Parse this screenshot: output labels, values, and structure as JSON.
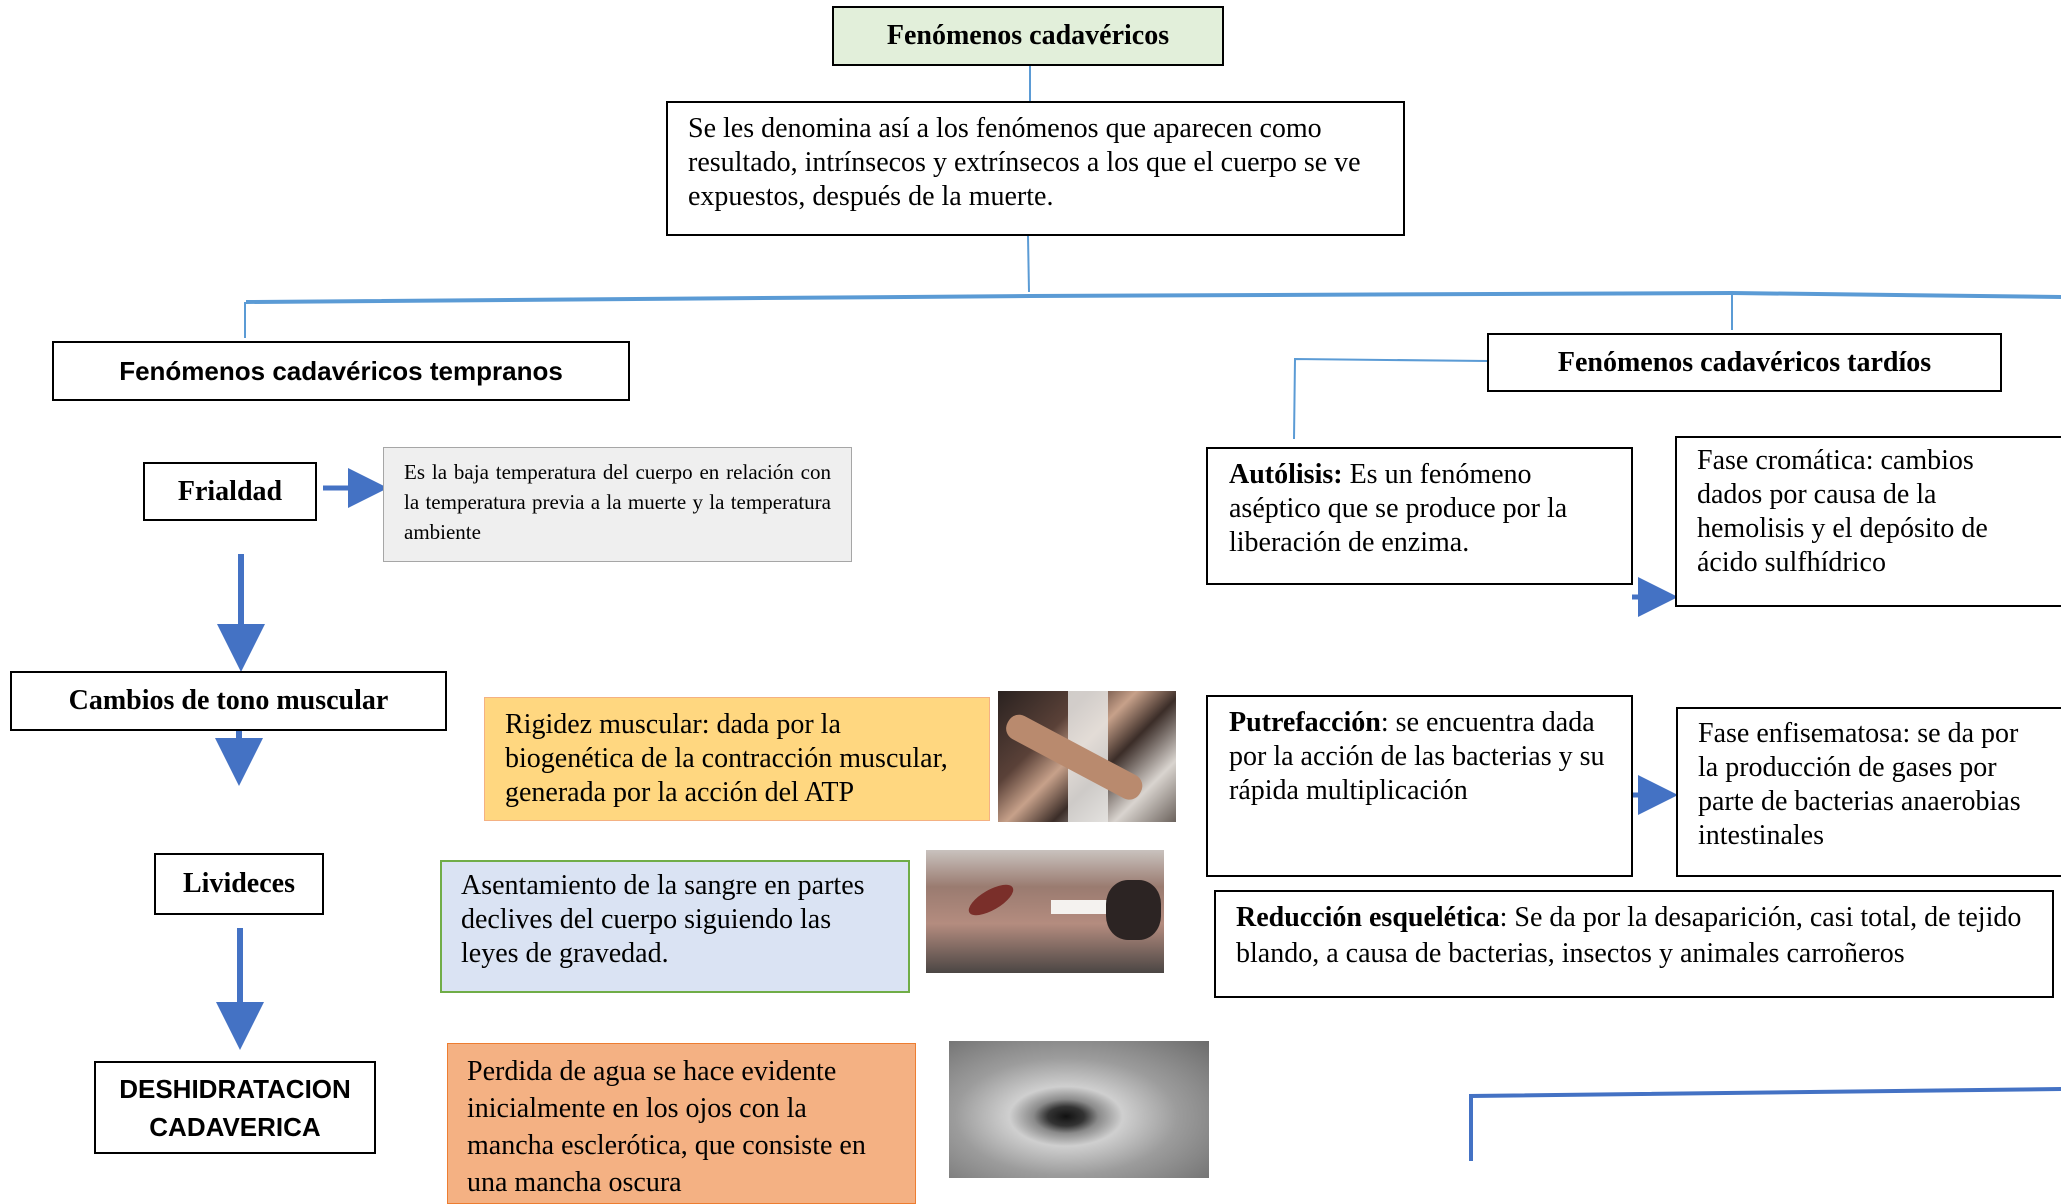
{
  "title": "Fenómenos cadavéricos",
  "definition": "Se les denomina así a los fenómenos que aparecen como resultado, intrínsecos y extrínsecos a los que el cuerpo se ve expuestos, después de la muerte.",
  "tempranos": {
    "heading": "Fenómenos cadavéricos tempranos",
    "frialdad": {
      "label": "Frialdad",
      "description": "Es la baja temperatura del cuerpo en relación con la temperatura previa a la muerte y la temperatura ambiente"
    },
    "tono": {
      "label": "Cambios de tono muscular",
      "description": "Rigidez muscular: dada por la biogenética de la contracción muscular, generada por la acción del ATP"
    },
    "livideces": {
      "label": "Livideces",
      "description": "Asentamiento de la sangre en partes declives del cuerpo siguiendo las leyes de gravedad."
    },
    "deshidratacion": {
      "label_line1": "DESHIDRATACION",
      "label_line2": "CADAVERICA",
      "description": "Perdida de agua se hace evidente inicialmente en los ojos con la mancha esclerótica, que consiste en una mancha oscura"
    }
  },
  "tardios": {
    "heading": "Fenómenos cadavéricos tardíos",
    "autolisis": {
      "term": "Autólisis:",
      "text": " Es un fenómeno aséptico que se produce por la liberación de enzima."
    },
    "fase_cromatica": "Fase cromática: cambios dados por causa de la hemolisis y el depósito de ácido sulfhídrico",
    "putrefaccion": {
      "term": "Putrefacción",
      "text": ": se encuentra dada por la acción de las bacterias y su rápida multiplicación"
    },
    "fase_enfisematosa": "Fase enfisematosa: se da por la producción de gases por parte de bacterias anaerobias intestinales",
    "reduccion": {
      "term": "Reducción esquelética",
      "text": ": Se da por la desaparición, casi total, de tejido blando, a causa de bacterias, insectos y animales carroñeros"
    }
  },
  "colors": {
    "title_bg": "#e2efda",
    "frialdad_bg": "#efefef",
    "rigidez_bg": "#ffd780",
    "livideces_bg": "#dae3f3",
    "livideces_border": "#70ad47",
    "deshidratacion_bg": "#f4b183",
    "connector": "#5b9bd5",
    "arrow": "#4472c4"
  }
}
